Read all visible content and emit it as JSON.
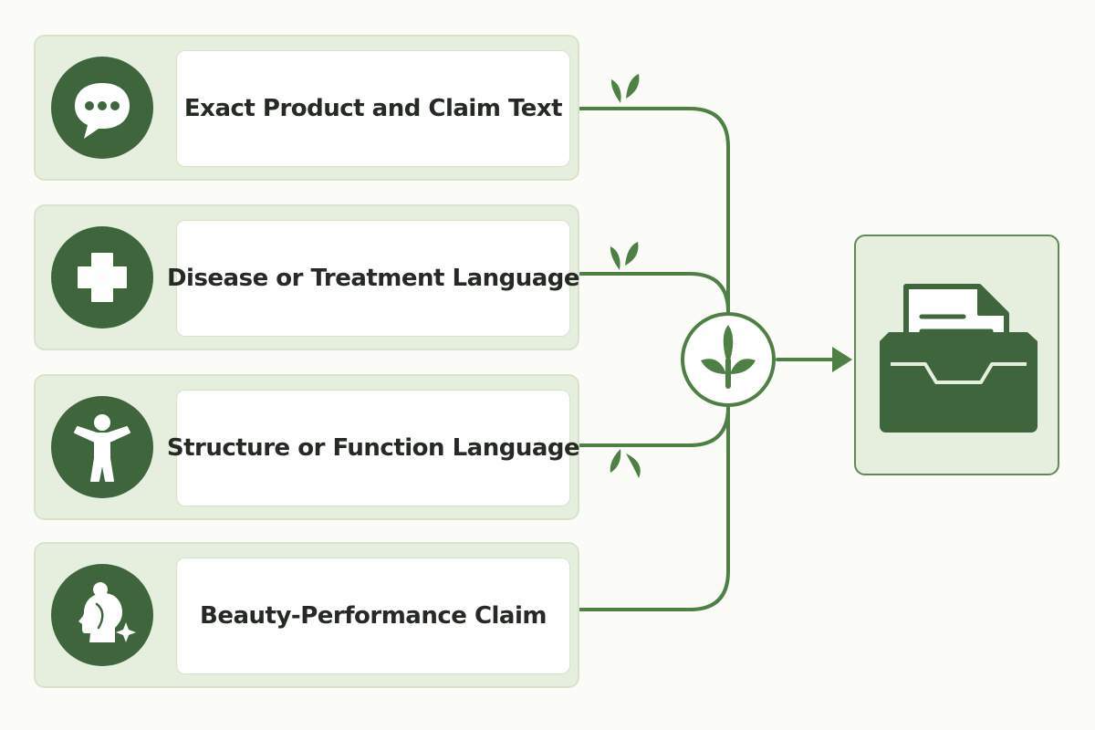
{
  "categories": [
    {
      "label": "Exact Product and Claim Text",
      "icon": "speech-bubble-icon"
    },
    {
      "label": "Disease or Treatment Language",
      "icon": "medical-cross-icon"
    },
    {
      "label": "Structure or Function Language",
      "icon": "human-figure-icon"
    },
    {
      "label": "Beauty-Performance Claim",
      "icon": "face-sparkle-icon"
    }
  ],
  "hub": {
    "icon": "sprout-icon"
  },
  "output": {
    "icon": "document-inbox-icon"
  },
  "colors": {
    "primary_green": "#3e653b",
    "line_green": "#4e7f45",
    "card_background": "#e6eedd",
    "label_background": "#ffffff",
    "text": "#252a25"
  }
}
